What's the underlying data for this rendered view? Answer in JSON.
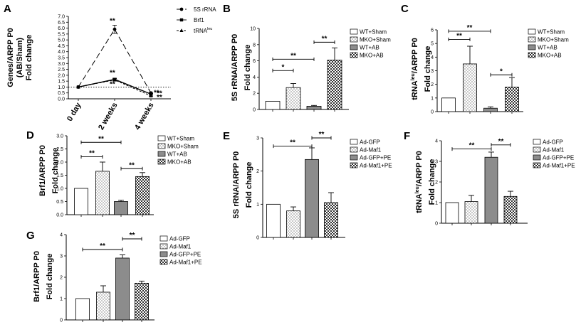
{
  "chart_data": [
    {
      "id": "A",
      "panel_label": "A",
      "type": "line",
      "ylabel_lines": [
        "Genes/ARPP P0",
        "(AB/Sham)",
        "Fold change"
      ],
      "categories": [
        "0 day",
        "2 weeks",
        "4 weeks"
      ],
      "ylim": [
        0,
        7
      ],
      "yticks": [
        "0.0",
        "0.5",
        "1.0",
        "1.5",
        "2.0",
        "2.5",
        "3.0",
        "3.5",
        "4.0",
        "4.5",
        "5.0",
        "5.5",
        "6.0",
        "6.5",
        "7.0"
      ],
      "reference_line": 1.0,
      "series": [
        {
          "name": "5S rRNA",
          "marker": "circle",
          "values": [
            1.0,
            5.9,
            0.5
          ],
          "errors": [
            0,
            0.35,
            0.05
          ],
          "stars": [
            "",
            "**",
            "**"
          ]
        },
        {
          "name": "Brf1",
          "marker": "square",
          "values": [
            1.0,
            1.65,
            0.4
          ],
          "errors": [
            0,
            0.1,
            0.05
          ],
          "stars": [
            "",
            "**",
            "**"
          ]
        },
        {
          "name": "tRNA",
          "name_sup": "leu",
          "marker": "triangle",
          "values": [
            1.0,
            1.6,
            0.25
          ],
          "errors": [
            0,
            0.1,
            0.05
          ],
          "stars": [
            "",
            "**",
            "**"
          ]
        }
      ]
    },
    {
      "id": "B",
      "panel_label": "B",
      "type": "bar",
      "ylabel": [
        "5S rRNA/ARPP P0",
        "Fold change"
      ],
      "ylim": [
        0,
        10
      ],
      "yticks": [
        "0",
        "2",
        "4",
        "6",
        "8",
        "10"
      ],
      "categories": [
        "WT+Sham",
        "MKO+Sham",
        "WT+AB",
        "MKO+AB"
      ],
      "legend": [
        "WT+Sham",
        "MKO+Sham",
        "WT+AB",
        "MKO+AB"
      ],
      "values": [
        1.0,
        2.7,
        0.4,
        6.1
      ],
      "errors": [
        0,
        0.5,
        0.1,
        1.5
      ],
      "sig": [
        {
          "a": 0,
          "b": 1,
          "y": 4.8,
          "label": "*"
        },
        {
          "a": 0,
          "b": 2,
          "y": 6.2,
          "label": "**"
        },
        {
          "a": 2,
          "b": 3,
          "y": 8.3,
          "label": "**"
        }
      ]
    },
    {
      "id": "C",
      "panel_label": "C",
      "type": "bar",
      "ylabel": [
        "tRNA/ARPP P0",
        "Fold change"
      ],
      "ylabel_sup": "leu",
      "ylim": [
        0,
        6
      ],
      "yticks": [
        "0",
        "1",
        "2",
        "3",
        "4",
        "5",
        "6"
      ],
      "categories": [
        "WT+Sham",
        "MKO+Sham",
        "WT+AB",
        "MKO+AB"
      ],
      "legend": [
        "WT+Sham",
        "MKO+Sham",
        "WT+AB",
        "MKO+AB"
      ],
      "values": [
        1.0,
        3.5,
        0.25,
        1.8
      ],
      "errors": [
        0,
        1.3,
        0.1,
        0.7
      ],
      "sig": [
        {
          "a": 0,
          "b": 1,
          "y": 5.3,
          "label": "**"
        },
        {
          "a": 0,
          "b": 2,
          "y": 5.9,
          "label": "**"
        },
        {
          "a": 2,
          "b": 3,
          "y": 2.7,
          "label": "*"
        }
      ]
    },
    {
      "id": "D",
      "panel_label": "D",
      "type": "bar",
      "ylabel": [
        "Brf1/ARPP P0",
        "Fold change"
      ],
      "ylim": [
        0,
        3
      ],
      "yticks": [
        "0.0",
        "0.5",
        "1.0",
        "1.5",
        "2.0",
        "2.5",
        "3.0"
      ],
      "categories": [
        "WT+Sham",
        "MKO+Sham",
        "WT+AB",
        "MKO+AB"
      ],
      "legend": [
        "WT+Sham",
        "MKO+Sham",
        "WT+AB",
        "MKO+AB"
      ],
      "values": [
        1.0,
        1.65,
        0.5,
        1.45
      ],
      "errors": [
        0,
        0.35,
        0.05,
        0.15
      ],
      "sig": [
        {
          "a": 0,
          "b": 1,
          "y": 2.2,
          "label": "**"
        },
        {
          "a": 0,
          "b": 2,
          "y": 2.75,
          "label": "**"
        },
        {
          "a": 2,
          "b": 3,
          "y": 1.75,
          "label": "**"
        }
      ]
    },
    {
      "id": "E",
      "panel_label": "E",
      "type": "bar",
      "ylabel": [
        "5S rRNA/ARPP P0",
        "Fold change"
      ],
      "ylim": [
        0,
        3
      ],
      "yticks": [
        "0",
        "1",
        "2",
        "3"
      ],
      "categories": [
        "Ad-GFP",
        "Ad-Maf1",
        "Ad-GFP+PE",
        "Ad-Maf1+PE"
      ],
      "legend": [
        "Ad-GFP",
        "Ad-Maf1",
        "Ad-GFP+PE",
        "Ad-Maf1+PE"
      ],
      "values": [
        1.0,
        0.8,
        2.35,
        1.05
      ],
      "errors": [
        0,
        0.12,
        0.35,
        0.3
      ],
      "sig": [
        {
          "a": 0,
          "b": 2,
          "y": 2.75,
          "label": "**"
        },
        {
          "a": 2,
          "b": 3,
          "y": 3.0,
          "label": "**"
        }
      ]
    },
    {
      "id": "F",
      "panel_label": "F",
      "type": "bar",
      "ylabel": [
        "tRNA/ARPP P0",
        "Fold change"
      ],
      "ylabel_sup": "leu",
      "ylim": [
        0,
        4
      ],
      "yticks": [
        "0",
        "1",
        "2",
        "3",
        "4"
      ],
      "categories": [
        "Ad-GFP",
        "Ad-Maf1",
        "Ad-GFP+PE",
        "Ad-Maf1+PE"
      ],
      "legend": [
        "Ad-GFP",
        "Ad-Maf1",
        "Ad-GFP+PE",
        "Ad-Maf1+PE"
      ],
      "values": [
        1.0,
        1.05,
        3.2,
        1.3
      ],
      "errors": [
        0,
        0.3,
        0.25,
        0.25
      ],
      "sig": [
        {
          "a": 0,
          "b": 2,
          "y": 3.6,
          "label": "**"
        },
        {
          "a": 2,
          "b": 3,
          "y": 3.8,
          "label": "**"
        }
      ]
    },
    {
      "id": "G",
      "panel_label": "G",
      "type": "bar",
      "ylabel": [
        "Brf1/ARPP P0",
        "Fold change"
      ],
      "ylim": [
        0,
        4
      ],
      "yticks": [
        "0",
        "1",
        "2",
        "3",
        "4"
      ],
      "categories": [
        "Ad-GFP",
        "Ad-Maf1",
        "Ad-GFP+PE",
        "Ad-Maf1+PE"
      ],
      "legend": [
        "Ad-GFP",
        "Ad-Maf1",
        "Ad-GFP+PE",
        "Ad-Maf1+PE"
      ],
      "values": [
        1.0,
        1.3,
        2.9,
        1.72
      ],
      "errors": [
        0,
        0.3,
        0.15,
        0.1
      ],
      "sig": [
        {
          "a": 0,
          "b": 2,
          "y": 3.3,
          "label": "**"
        },
        {
          "a": 2,
          "b": 3,
          "y": 3.8,
          "label": "**"
        }
      ]
    }
  ]
}
